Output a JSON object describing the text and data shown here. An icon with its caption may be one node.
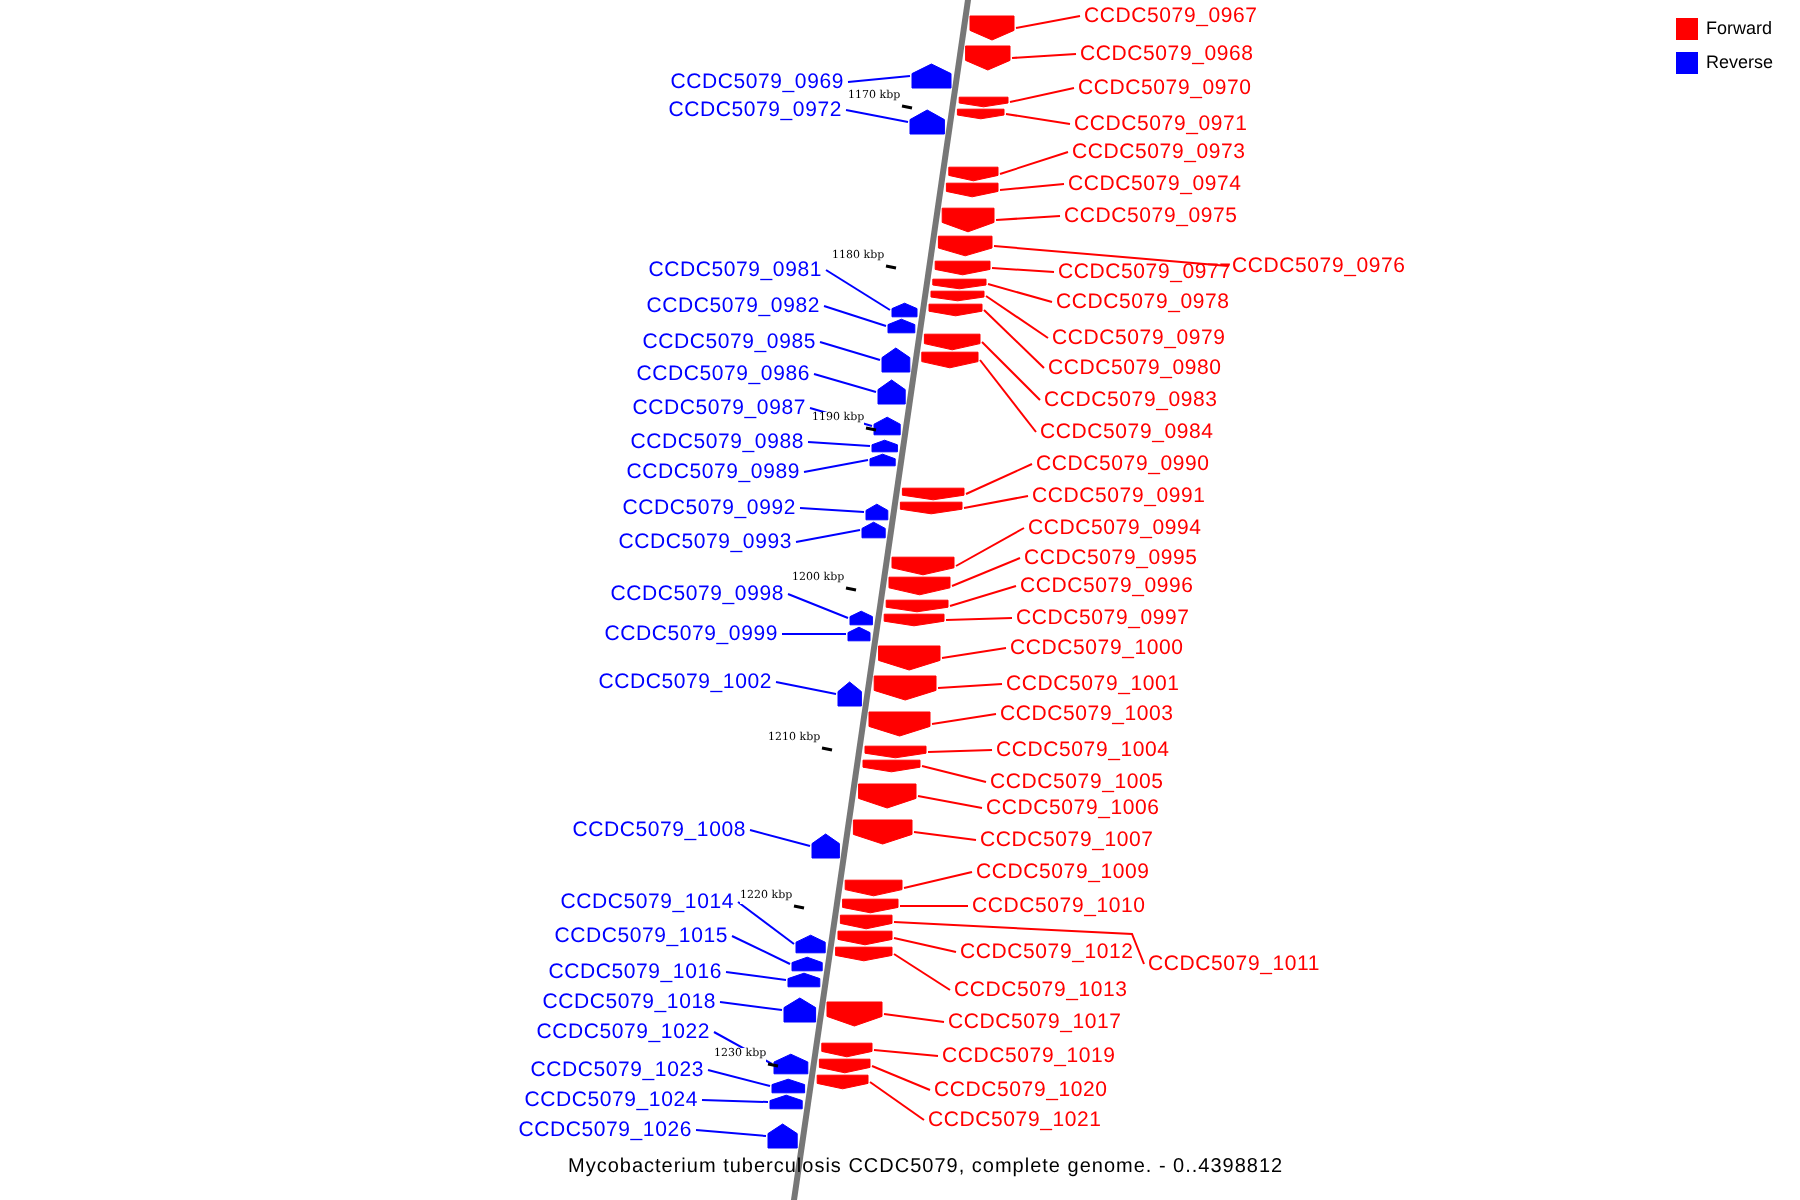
{
  "diagram": {
    "caption": "Mycobacterium tuberculosis CCDC5079, complete genome. - 0..4398812",
    "nodes": [
      {
        "text": [
          "CCDC5079_0967"
        ]
      },
      {
        "text": [
          "CCDC5079_0968"
        ]
      },
      {
        "text": [
          "CCDC5079_0969"
        ]
      },
      {
        "text": [
          "CCDC5079_0970"
        ]
      },
      {
        "text": [
          "CCDC5079_0972"
        ]
      },
      {
        "text": [
          "CCDC5079_0971"
        ]
      },
      {
        "text": [
          "CCDC5079_0973"
        ]
      },
      {
        "text": [
          "CCDC5079_0974"
        ]
      },
      {
        "text": [
          "CCDC5079_0975"
        ]
      },
      {
        "text": [
          "CCDC5079_0981"
        ]
      },
      {
        "text": [
          "CCDC5079_0976"
        ]
      },
      {
        "text": [
          "CCDC5079_0977"
        ]
      },
      {
        "text": [
          "CCDC5079_0978"
        ]
      },
      {
        "text": [
          "CCDC5079_0982"
        ]
      },
      {
        "text": [
          "CCDC5079_0979"
        ]
      },
      {
        "text": [
          "CCDC5079_0985"
        ]
      },
      {
        "text": [
          "CCDC5079_0980"
        ]
      },
      {
        "text": [
          "CCDC5079_0986"
        ]
      },
      {
        "text": [
          "CCDC5079_0983"
        ]
      },
      {
        "text": [
          "CCDC5079_0987"
        ]
      },
      {
        "text": [
          "CCDC5079_0984"
        ]
      },
      {
        "text": [
          "CCDC5079_0988"
        ]
      },
      {
        "text": [
          "CCDC5079_0990"
        ]
      },
      {
        "text": [
          "CCDC5079_0989"
        ]
      },
      {
        "text": [
          "CCDC5079_0991"
        ]
      },
      {
        "text": [
          "CCDC5079_0992"
        ]
      },
      {
        "text": [
          "CCDC5079_0994"
        ]
      },
      {
        "text": [
          "CCDC5079_0993"
        ]
      },
      {
        "text": [
          "CCDC5079_0995"
        ]
      },
      {
        "text": [
          "CCDC5079_0996"
        ]
      },
      {
        "text": [
          "CCDC5079_0998"
        ]
      },
      {
        "text": [
          "CCDC5079_0997"
        ]
      },
      {
        "text": [
          "CCDC5079_0999"
        ]
      },
      {
        "text": [
          "CCDC5079_1000"
        ]
      },
      {
        "text": [
          "CCDC5079_1002"
        ]
      },
      {
        "text": [
          "CCDC5079_1001"
        ]
      },
      {
        "text": [
          "CCDC5079_1003"
        ]
      },
      {
        "text": [
          "CCDC5079_1004"
        ]
      },
      {
        "text": [
          "CCDC5079_1005"
        ]
      },
      {
        "text": [
          "CCDC5079_1006"
        ]
      },
      {
        "text": [
          "CCDC5079_1008"
        ]
      },
      {
        "text": [
          "CCDC5079_1007"
        ]
      },
      {
        "text": [
          "CCDC5079_1009"
        ]
      },
      {
        "text": [
          "CCDC5079_1014"
        ]
      },
      {
        "text": [
          "CCDC5079_1010"
        ]
      },
      {
        "text": [
          "CCDC5079_1015"
        ]
      },
      {
        "text": [
          "CCDC5079_1012"
        ]
      },
      {
        "text": [
          "CCDC5079_1011"
        ]
      },
      {
        "text": [
          "CCDC5079_1016"
        ]
      },
      {
        "text": [
          "CCDC5079_1013"
        ]
      },
      {
        "text": [
          "CCDC5079_1018"
        ]
      },
      {
        "text": [
          "CCDC5079_1017"
        ]
      },
      {
        "text": [
          "CCDC5079_1022"
        ]
      },
      {
        "text": [
          "CCDC5079_1019"
        ]
      },
      {
        "text": [
          "CCDC5079_1023"
        ]
      },
      {
        "text": [
          "CCDC5079_1020"
        ]
      },
      {
        "text": [
          "CCDC5079_1024"
        ]
      },
      {
        "text": [
          "CCDC5079_1021"
        ]
      },
      {
        "text": [
          "CCDC5079_1026"
        ]
      },
      {
        "text": [],
        "shape": "pentagon"
      },
      {
        "text": [],
        "shape": "pentagon"
      },
      {
        "text": [],
        "shape": "pentagon"
      },
      {
        "text": [],
        "shape": "pentagon"
      },
      {
        "text": [],
        "shape": "pentagon"
      },
      {
        "text": [],
        "shape": "pentagon"
      },
      {
        "text": [],
        "shape": "pentagon"
      },
      {
        "text": [],
        "shape": "pentagon"
      },
      {
        "text": [],
        "shape": "pentagon"
      },
      {
        "text": [],
        "shape": "pentagon"
      },
      {
        "text": [],
        "shape": "pentagon"
      },
      {
        "text": [],
        "shape": "pentagon"
      },
      {
        "text": [],
        "shape": "pentagon"
      },
      {
        "text": [],
        "shape": "pentagon"
      },
      {
        "text": [],
        "shape": "pentagon"
      },
      {
        "text": [],
        "shape": "pentagon"
      },
      {
        "text": [],
        "shape": "pentagon"
      },
      {
        "text": [],
        "shape": "pentagon"
      },
      {
        "text": [],
        "shape": "pentagon"
      },
      {
        "text": [],
        "shape": "pentagon"
      },
      {
        "text": [],
        "shape": "pentagon"
      },
      {
        "text": [],
        "shape": "pentagon"
      },
      {
        "text": [],
        "shape": "pentagon"
      },
      {
        "text": [],
        "shape": "pentagon"
      },
      {
        "text": [],
        "shape": "pentagon"
      },
      {
        "text": [],
        "shape": "pentagon"
      },
      {
        "text": [],
        "shape": "pentagon"
      },
      {
        "text": [],
        "shape": "pentagon"
      },
      {
        "text": [],
        "shape": "pentagon"
      },
      {
        "text": [],
        "shape": "pentagon"
      },
      {
        "text": [],
        "shape": "pentagon"
      },
      {
        "text": [],
        "shape": "pentagon"
      },
      {
        "text": [],
        "shape": "pentagon"
      },
      {
        "text": [],
        "shape": "pentagon"
      },
      {
        "text": [],
        "shape": "pentagon"
      },
      {
        "text": [],
        "shape": "pentagon"
      },
      {
        "text": [],
        "shape": "pentagon"
      },
      {
        "text": [],
        "shape": "pentagon"
      },
      {
        "text": [],
        "shape": "pentagon"
      },
      {
        "text": [],
        "shape": "pentagon"
      },
      {
        "text": [],
        "shape": "pentagon"
      },
      {
        "text": [],
        "shape": "pentagon"
      },
      {
        "text": [],
        "shape": "pentagon"
      },
      {
        "text": [],
        "shape": "pentagon"
      },
      {
        "text": [],
        "shape": "pentagon"
      },
      {
        "text": [],
        "shape": "pentagon"
      },
      {
        "text": [],
        "shape": "pentagon"
      },
      {
        "text": [],
        "shape": "pentagon"
      },
      {
        "text": [],
        "shape": "pentagon"
      },
      {
        "text": [],
        "shape": "pentagon"
      },
      {
        "text": [],
        "shape": "pentagon"
      },
      {
        "text": [],
        "shape": "pentagon"
      },
      {
        "text": [],
        "shape": "pentagon"
      },
      {
        "text": [],
        "shape": "pentagon"
      },
      {
        "text": [],
        "shape": "pentagon"
      },
      {
        "text": [],
        "shape": "pentagon"
      },
      {
        "text": [],
        "shape": "pentagon"
      },
      {
        "text": [],
        "shape": "pentagon"
      },
      {
        "text": [],
        "shape": "pentagon"
      }
    ],
    "edges": [
      {
        "from": 0,
        "to": 59,
        "arrow": "none"
      },
      {
        "from": 1,
        "to": 60,
        "arrow": "none"
      },
      {
        "from": 2,
        "to": 61,
        "arrow": "none",
        "color": "#0000ff"
      },
      {
        "from": 3,
        "to": 62,
        "arrow": "none"
      },
      {
        "from": 4,
        "to": 63,
        "arrow": "none",
        "color": "#0000ff"
      },
      {
        "from": 5,
        "to": 64,
        "arrow": "none"
      },
      {
        "from": 6,
        "to": 65,
        "arrow": "none"
      },
      {
        "from": 7,
        "to": 66,
        "arrow": "none"
      },
      {
        "from": 8,
        "to": 67,
        "arrow": "none"
      },
      {
        "from": 9,
        "to": 68,
        "arrow": "none",
        "color": "#0000ff"
      },
      {
        "from": 10,
        "to": 69,
        "arrow": "none"
      },
      {
        "from": 11,
        "to": 70,
        "arrow": "none"
      },
      {
        "from": 12,
        "to": 71,
        "arrow": "none"
      },
      {
        "from": 13,
        "to": 72,
        "arrow": "none",
        "color": "#0000ff"
      },
      {
        "from": 14,
        "to": 73,
        "arrow": "none"
      },
      {
        "from": 15,
        "to": 74,
        "arrow": "none",
        "color": "#0000ff"
      },
      {
        "from": 16,
        "to": 75,
        "arrow": "none"
      },
      {
        "from": 17,
        "to": 76,
        "arrow": "none",
        "color": "#0000ff"
      },
      {
        "from": 18,
        "to": 77,
        "arrow": "none"
      },
      {
        "from": 19,
        "to": 78,
        "arrow": "none",
        "color": "#0000ff"
      },
      {
        "from": 20,
        "to": 79,
        "arrow": "none"
      },
      {
        "from": 21,
        "to": 80,
        "arrow": "none",
        "color": "#0000ff"
      },
      {
        "from": 22,
        "to": 81,
        "arrow": "none"
      },
      {
        "from": 23,
        "to": 82,
        "arrow": "none",
        "color": "#0000ff"
      },
      {
        "from": 24,
        "to": 83,
        "arrow": "none"
      },
      {
        "from": 25,
        "to": 84,
        "arrow": "none",
        "color": "#0000ff"
      },
      {
        "from": 26,
        "to": 85,
        "arrow": "none"
      },
      {
        "from": 27,
        "to": 86,
        "arrow": "none",
        "color": "#0000ff"
      },
      {
        "from": 28,
        "to": 87,
        "arrow": "none"
      },
      {
        "from": 29,
        "to": 88,
        "arrow": "none"
      },
      {
        "from": 30,
        "to": 89,
        "arrow": "none",
        "color": "#0000ff"
      },
      {
        "from": 31,
        "to": 90,
        "arrow": "none"
      },
      {
        "from": 32,
        "to": 91,
        "arrow": "none",
        "color": "#0000ff"
      },
      {
        "from": 33,
        "to": 92,
        "arrow": "none"
      },
      {
        "from": 34,
        "to": 93,
        "arrow": "none",
        "color": "#0000ff"
      },
      {
        "from": 35,
        "to": 94,
        "arrow": "none"
      },
      {
        "from": 36,
        "to": 95,
        "arrow": "none"
      },
      {
        "from": 37,
        "to": 96,
        "arrow": "none"
      },
      {
        "from": 38,
        "to": 97,
        "arrow": "none"
      },
      {
        "from": 39,
        "to": 98,
        "arrow": "none"
      },
      {
        "from": 40,
        "to": 99,
        "arrow": "none",
        "color": "#0000ff"
      },
      {
        "from": 41,
        "to": 100,
        "arrow": "none"
      },
      {
        "from": 42,
        "to": 101,
        "arrow": "none"
      },
      {
        "from": 43,
        "to": 102,
        "arrow": "none",
        "color": "#0000ff"
      },
      {
        "from": 44,
        "to": 103,
        "arrow": "none"
      },
      {
        "from": 45,
        "to": 104,
        "arrow": "none",
        "color": "#0000ff"
      },
      {
        "from": 46,
        "to": 105,
        "arrow": "none"
      },
      {
        "from": 47,
        "to": 106,
        "arrow": "none"
      },
      {
        "from": 48,
        "to": 107,
        "arrow": "none",
        "color": "#0000ff"
      },
      {
        "from": 49,
        "to": 108,
        "arrow": "none"
      },
      {
        "from": 50,
        "to": 109,
        "arrow": "none",
        "color": "#0000ff"
      },
      {
        "from": 51,
        "to": 110,
        "arrow": "none"
      },
      {
        "from": 52,
        "to": 111,
        "arrow": "none",
        "color": "#0000ff"
      },
      {
        "from": 53,
        "to": 112,
        "arrow": "none"
      },
      {
        "from": 54,
        "to": 113,
        "arrow": "none",
        "color": "#0000ff"
      },
      {
        "from": 55,
        "to": 114,
        "arrow": "none"
      },
      {
        "from": 56,
        "to": 115,
        "arrow": "none",
        "color": "#0000ff"
      },
      {
        "from": 57,
        "to": 116,
        "arrow": "none"
      },
      {
        "from": 58,
        "to": 117,
        "arrow": "none",
        "color": "#0000ff"
      }
    ],
    "labels": [
      "1170 kbp",
      "1180 kbp",
      "1190 kbp",
      "1200 kbp",
      "1210 kbp",
      "1220 kbp",
      "1230 kbp"
    ],
    "legend": [
      {
        "text": "Forward",
        "color": "#ff0000"
      },
      {
        "text": "Reverse",
        "color": "#0000ff"
      }
    ]
  }
}
